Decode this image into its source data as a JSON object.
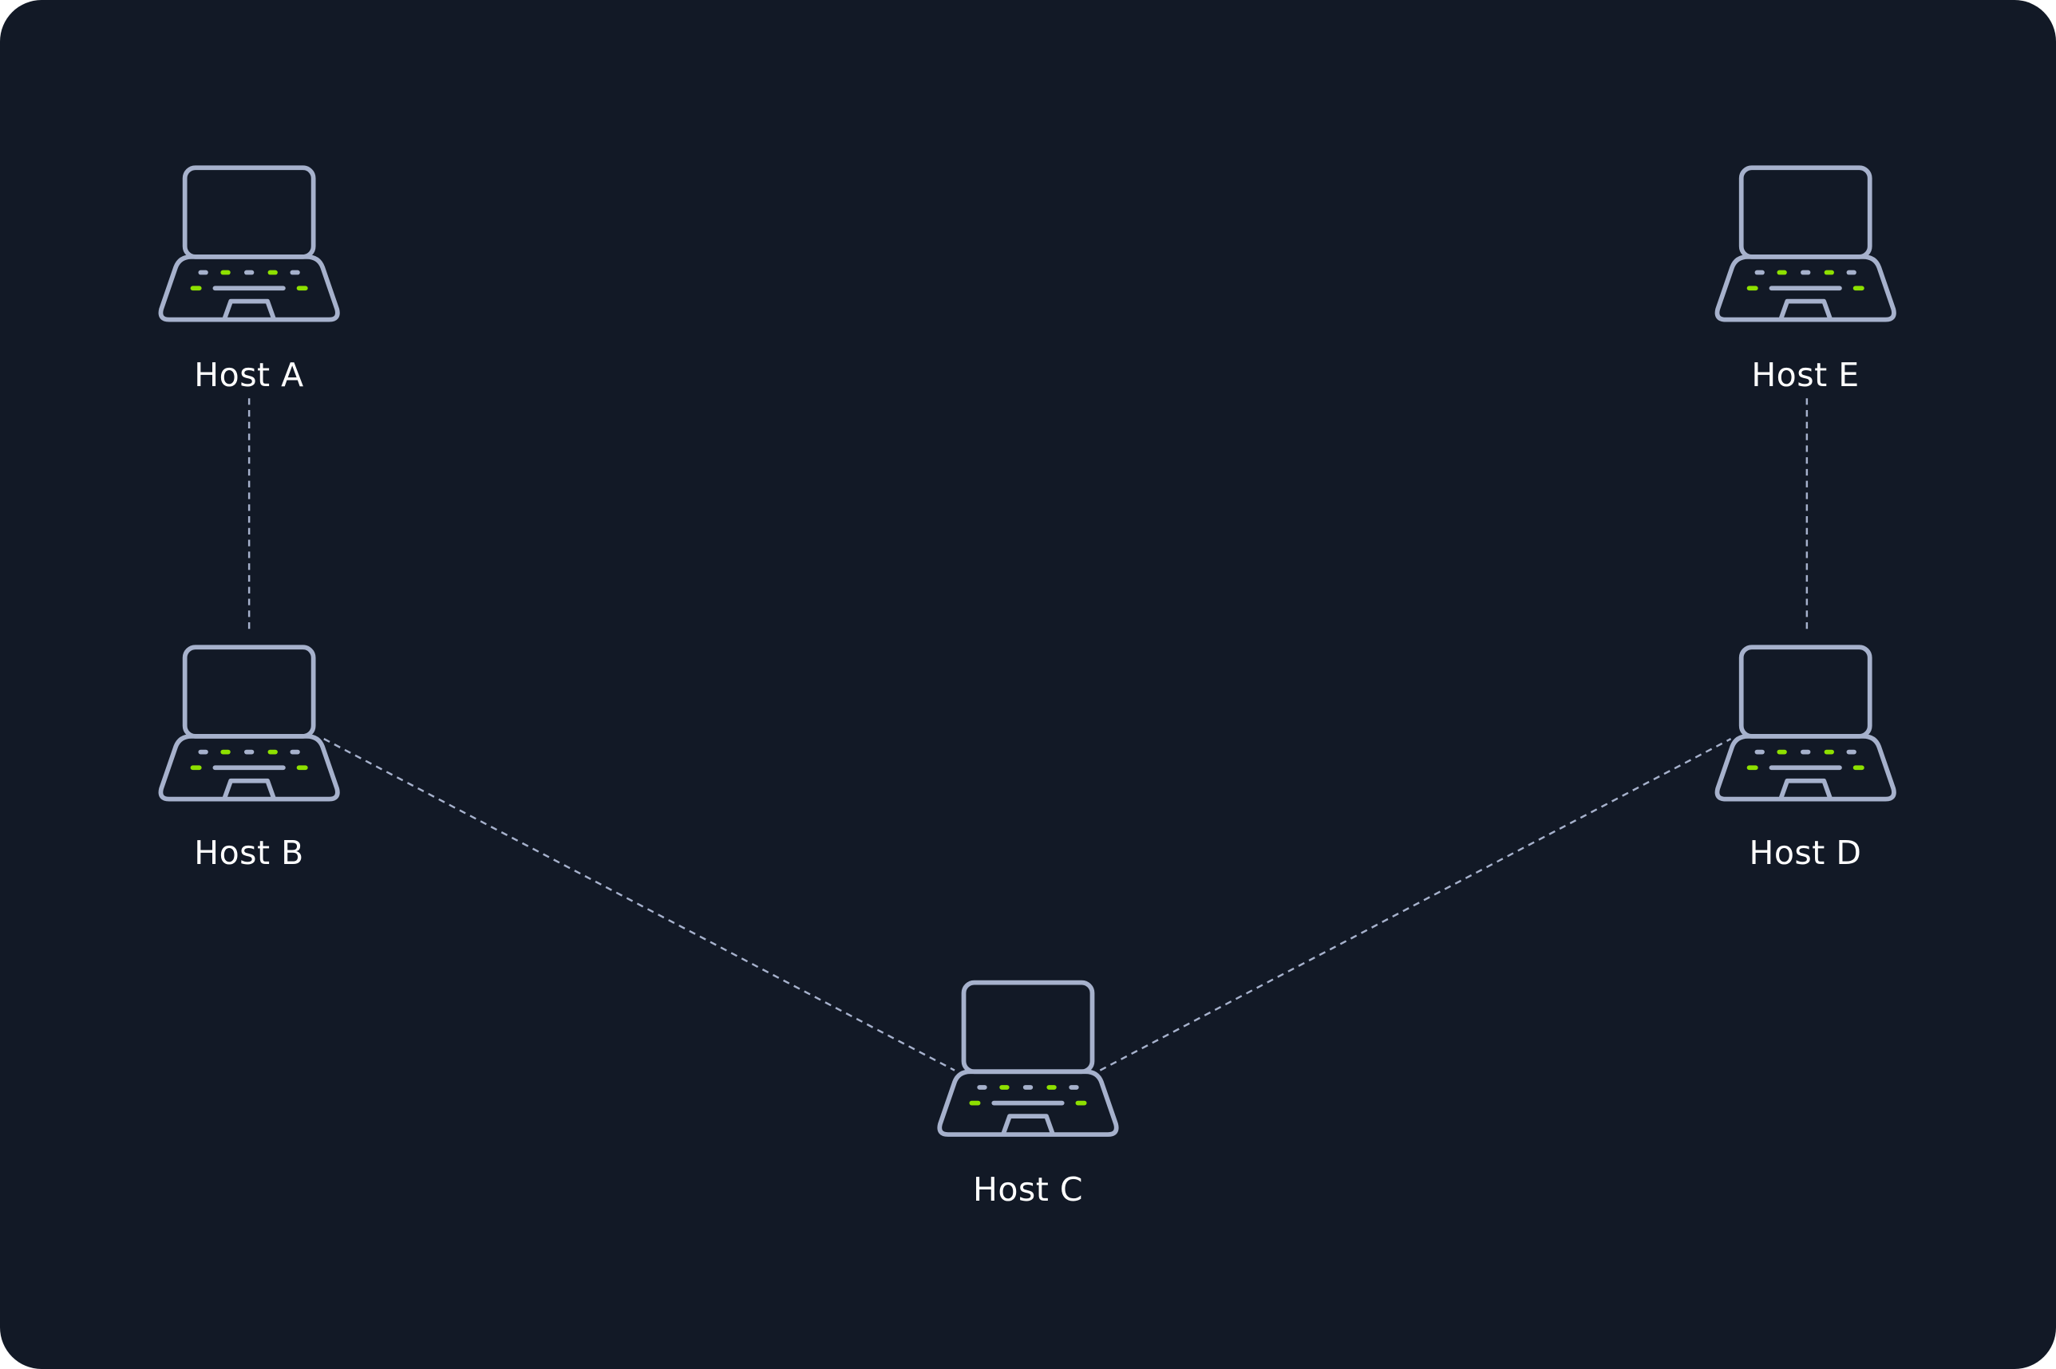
{
  "colors": {
    "background": "#121926",
    "outline": "#a6b1cc",
    "accent": "#8ee000",
    "label": "#ffffff",
    "connector": "#a6b1cc"
  },
  "hosts": [
    {
      "id": "a",
      "label": "Host A",
      "icon": "laptop-icon"
    },
    {
      "id": "b",
      "label": "Host B",
      "icon": "laptop-icon"
    },
    {
      "id": "c",
      "label": "Host C",
      "icon": "laptop-icon"
    },
    {
      "id": "d",
      "label": "Host D",
      "icon": "laptop-icon"
    },
    {
      "id": "e",
      "label": "Host E",
      "icon": "laptop-icon"
    }
  ],
  "connections": [
    {
      "from": "Host A",
      "to": "Host B",
      "style": "dashed"
    },
    {
      "from": "Host B",
      "to": "Host C",
      "style": "dashed"
    },
    {
      "from": "Host C",
      "to": "Host D",
      "style": "dashed"
    },
    {
      "from": "Host D",
      "to": "Host E",
      "style": "dashed"
    }
  ]
}
